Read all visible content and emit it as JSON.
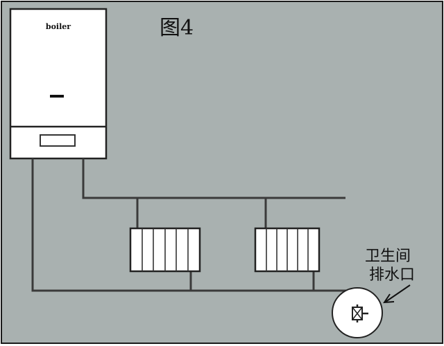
{
  "figure_label": "图4",
  "boiler": {
    "label": "boiler"
  },
  "drain_label": {
    "line1": "卫生间",
    "line2": "排水口"
  },
  "colors": {
    "background": "#a9b1b0",
    "frame": "#1a1a1a",
    "pipe": "#3a3a3a",
    "boiler_body": "#ffffff",
    "radiator": "#ffffff",
    "text": "#111111"
  }
}
